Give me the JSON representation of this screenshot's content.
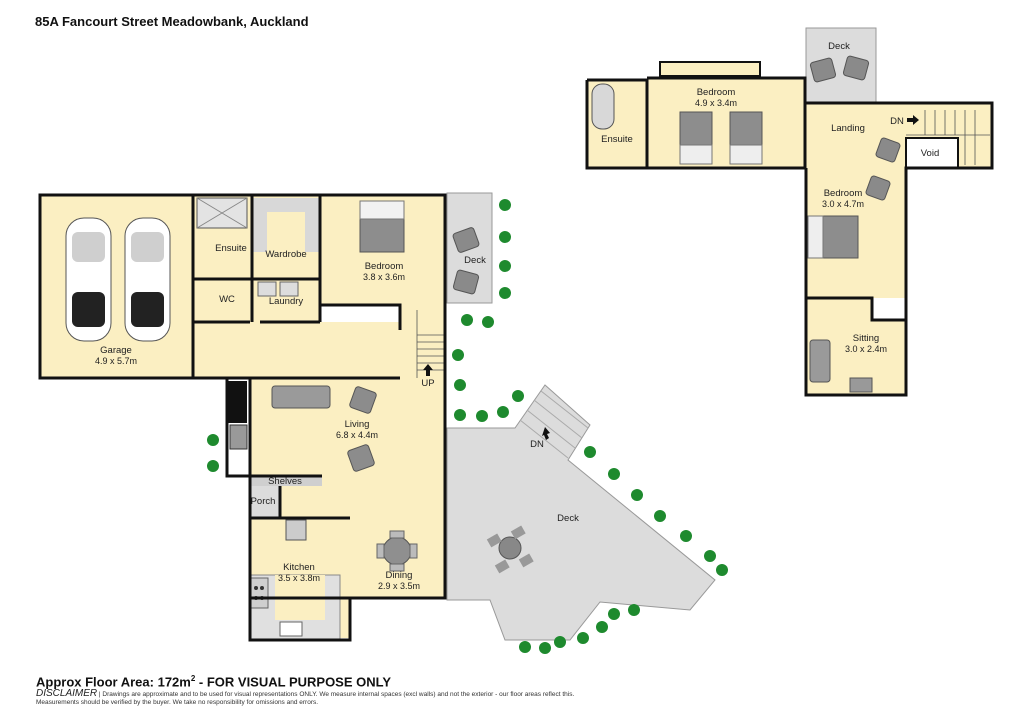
{
  "header": {
    "address": "85A Fancourt Street Meadowbank, Auckland"
  },
  "rooms": {
    "garage": {
      "name": "Garage",
      "dims": "4.9 x 5.7m"
    },
    "ensuite_lower": {
      "name": "Ensuite"
    },
    "wardrobe": {
      "name": "Wardrobe"
    },
    "bedroom_lower": {
      "name": "Bedroom",
      "dims": "3.8 x 3.6m"
    },
    "deck_small": {
      "name": "Deck"
    },
    "wc": {
      "name": "WC"
    },
    "laundry": {
      "name": "Laundry"
    },
    "up": {
      "name": "UP"
    },
    "living": {
      "name": "Living",
      "dims": "6.8 x 4.4m"
    },
    "shelves": {
      "name": "Shelves"
    },
    "porch": {
      "name": "Porch"
    },
    "kitchen": {
      "name": "Kitchen",
      "dims": "3.5 x 3.8m"
    },
    "dining": {
      "name": "Dining",
      "dims": "2.9 x 3.5m"
    },
    "deck_main": {
      "name": "Deck"
    },
    "deck_dn": {
      "name": "DN"
    },
    "ensuite_upper": {
      "name": "Ensuite"
    },
    "bedroom_upper1": {
      "name": "Bedroom",
      "dims": "4.9 x 3.4m"
    },
    "deck_upper": {
      "name": "Deck"
    },
    "landing": {
      "name": "Landing"
    },
    "landing_dn": {
      "name": "DN"
    },
    "void": {
      "name": "Void"
    },
    "bedroom_upper2": {
      "name": "Bedroom",
      "dims": "3.0 x 4.7m"
    },
    "sitting": {
      "name": "Sitting",
      "dims": "3.0 x 2.4m"
    }
  },
  "footer": {
    "area_text": "Approx Floor Area: 172m",
    "area_sup": "2",
    "area_suffix": " - FOR VISUAL PURPOSE ONLY",
    "disclaimer_label": "DISCLAIMER",
    "disclaimer_text": " | Drawings are approximate and to be used for visual representations ONLY. We measure internal spaces (excl walls) and not the exterior - our floor areas reflect this.",
    "disclaimer_text2": "Measurements should be verified by the buyer. We take no responsibility for omissions and errors."
  },
  "colors": {
    "room_fill": "#fbefc2",
    "deck_fill": "#dcdcdc",
    "wall": "#111111",
    "tree": "#1e8a2e"
  }
}
